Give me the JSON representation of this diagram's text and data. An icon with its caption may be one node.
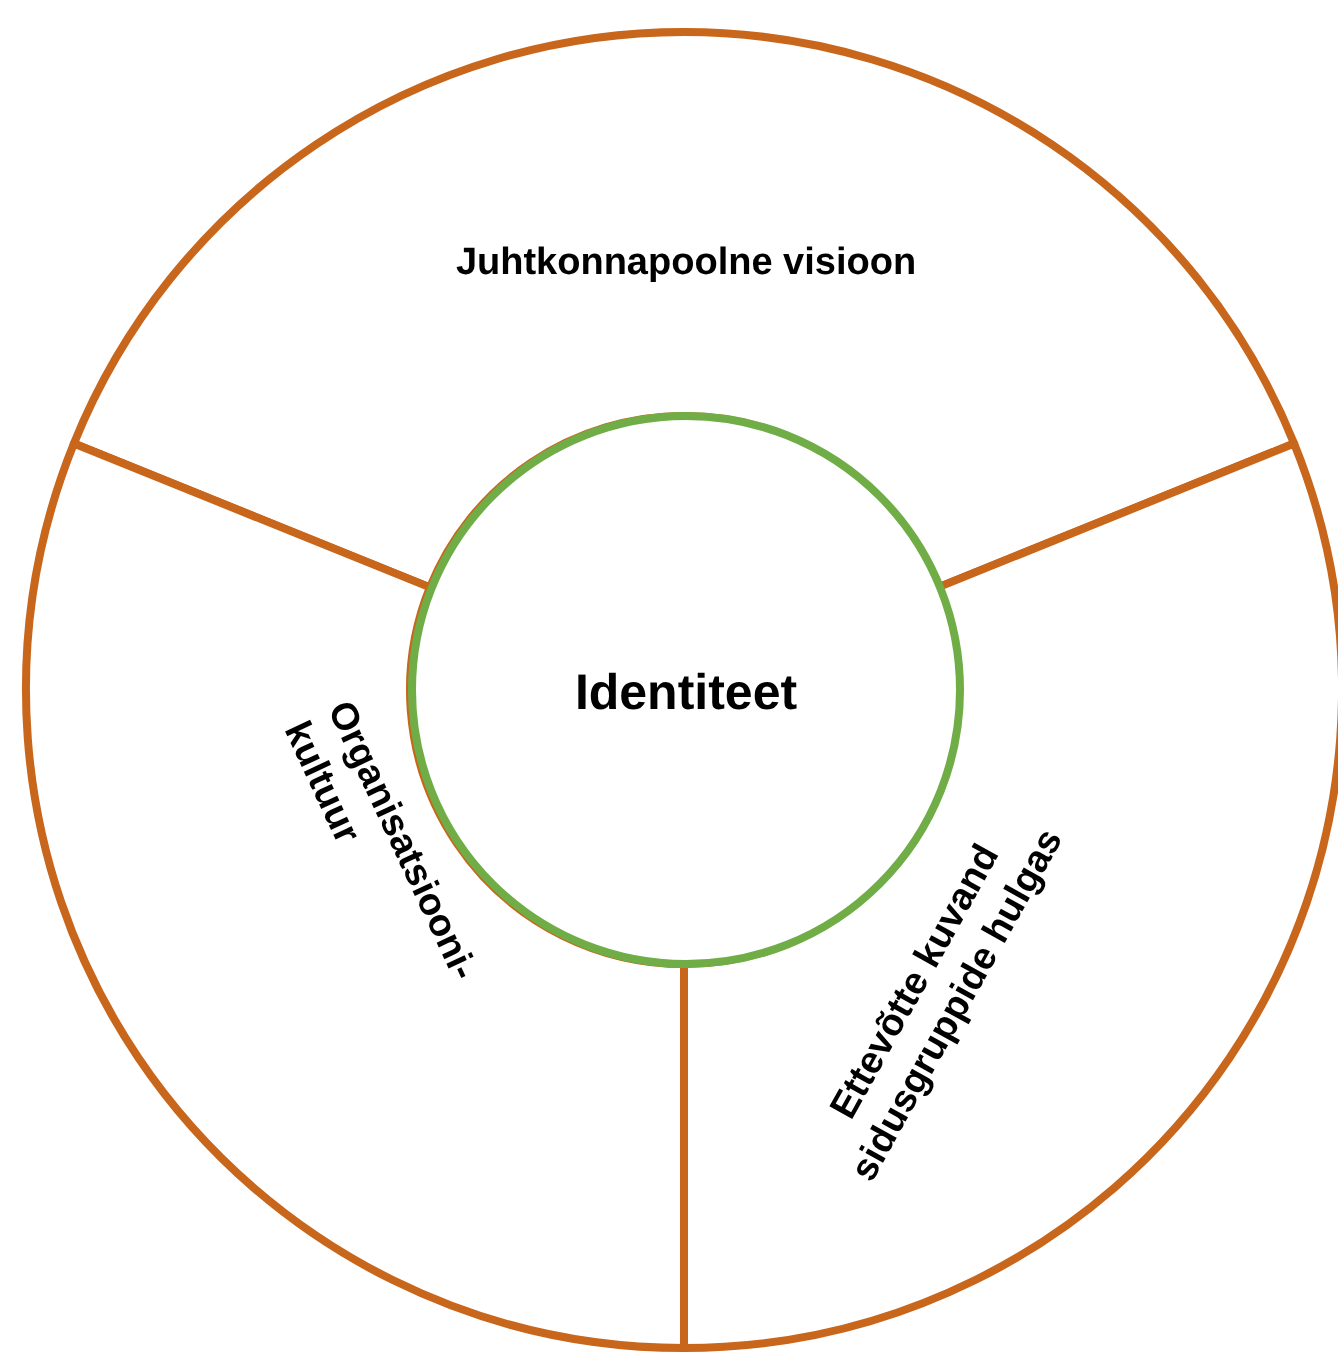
{
  "diagram": {
    "nodes": [
      {
        "text": [
          "Juhtkonnapoolne visioon"
        ]
      },
      {
        "text": [
          "Organisatsiooni- kultuur"
        ]
      },
      {
        "text": [
          "Ettevõtte kuvand sidusgruppide hulgas"
        ]
      },
      {
        "text": [
          "Identiteet"
        ]
      }
    ]
  }
}
